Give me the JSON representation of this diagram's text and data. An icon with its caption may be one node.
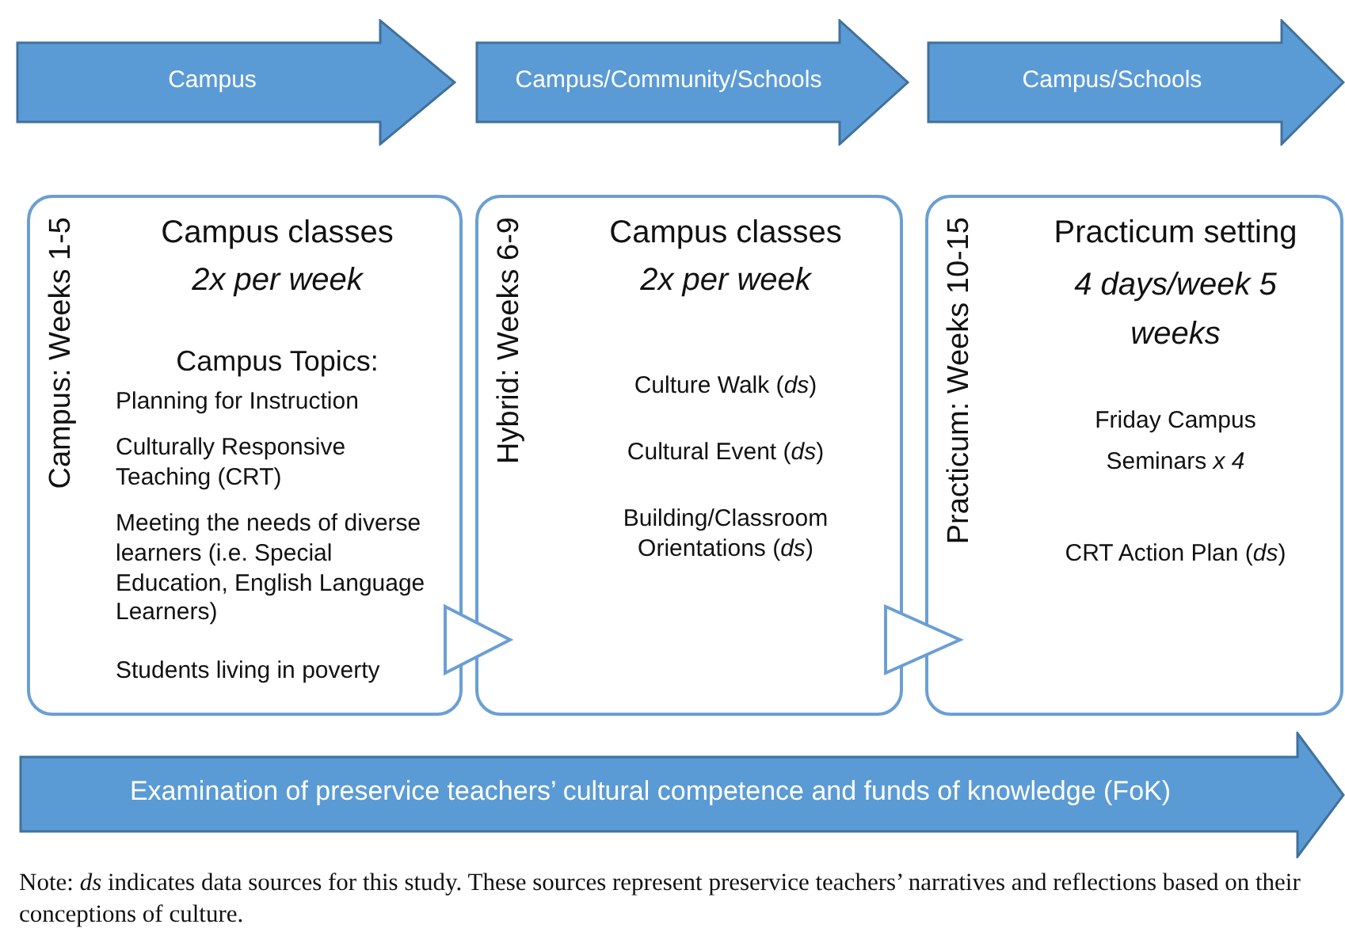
{
  "diagram": {
    "caption": "Note: *ds* indicates data sources for this study. These sources represent preservice teachers’ narratives and reflections based on their conceptions of culture.",
    "nodes": [
      {
        "text": [
          "Campus"
        ]
      },
      {
        "text": [
          "Campus/Community/Schools"
        ]
      },
      {
        "text": [
          "Campus/Schools"
        ]
      },
      {
        "text": [
          "Campus: Weeks 1-5",
          "Campus classes",
          "2x per week",
          "Campus Topics:",
          "Planning for Instruction",
          "Culturally Responsive Teaching (CRT)",
          "Meeting the needs of diverse learners (i.e. Special Education, English Language Learners)",
          "Students living in poverty"
        ]
      },
      {
        "text": [
          "Hybrid: Weeks 6-9",
          "Campus classes",
          "2x per week",
          "Culture Walk (*ds*)",
          "Cultural Event  (*ds*)",
          "Building/Classroom Orientations (*ds*)"
        ]
      },
      {
        "text": [
          "Practicum: Weeks 10-15",
          "Practicum setting",
          "4 days/week 5 weeks",
          "Friday Campus Seminars *x 4*",
          "CRT Action Plan (*ds*)"
        ]
      },
      {
        "text": [
          "Examination of preservice teachers’ cultural competence and funds of knowledge (FoK)"
        ]
      }
    ],
    "edges": [
      {
        "from": 3,
        "to": 4,
        "arrow": "to"
      },
      {
        "from": 4,
        "to": 5,
        "arrow": "to"
      }
    ]
  }
}
